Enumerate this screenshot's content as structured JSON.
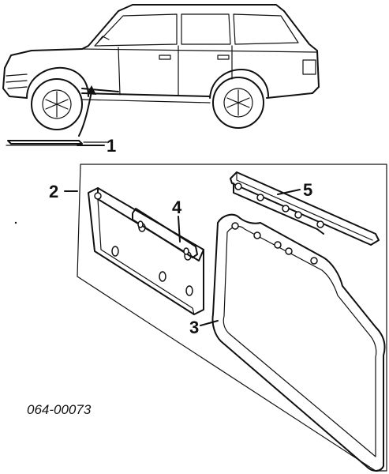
{
  "callouts": {
    "c1": "1",
    "c2": "2",
    "c3": "3",
    "c4": "4",
    "c5": "5"
  },
  "reference_number": "064-00073",
  "colors": {
    "ink": "#111111",
    "background": "#ffffff"
  }
}
